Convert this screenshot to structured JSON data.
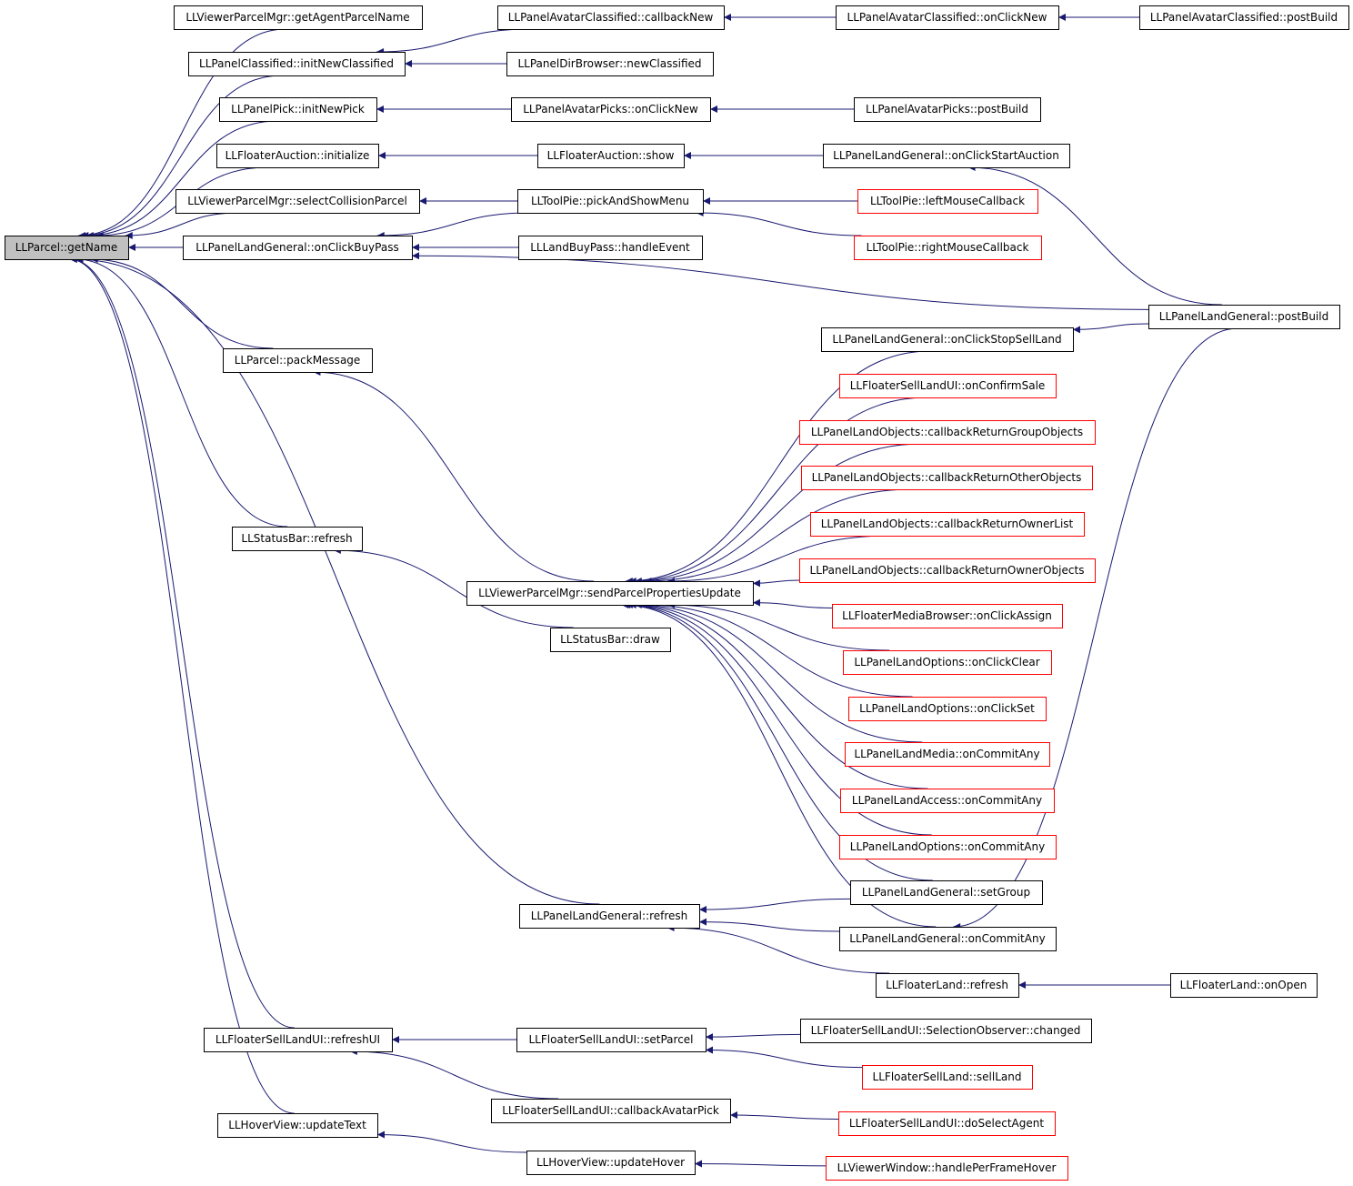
{
  "graph": {
    "colors": {
      "edge": "#191970",
      "box_border": "#000000",
      "truncated_border": "#ff0000",
      "root_fill": "#c0c0c0"
    },
    "nodes": [
      {
        "id": "root",
        "label": "LLParcel::getName",
        "style": "root"
      },
      {
        "id": "n1",
        "label": "LLViewerParcelMgr::getAgentParcelName",
        "style": "normal"
      },
      {
        "id": "n2",
        "label": "LLPanelClassified::initNewClassified",
        "style": "normal"
      },
      {
        "id": "n3",
        "label": "LLPanelAvatarClassified::callbackNew",
        "style": "normal"
      },
      {
        "id": "n4",
        "label": "LLPanelAvatarClassified::onClickNew",
        "style": "normal"
      },
      {
        "id": "n5",
        "label": "LLPanelAvatarClassified::postBuild",
        "style": "normal"
      },
      {
        "id": "n6",
        "label": "LLPanelDirBrowser::newClassified",
        "style": "normal"
      },
      {
        "id": "n7",
        "label": "LLPanelPick::initNewPick",
        "style": "normal"
      },
      {
        "id": "n8",
        "label": "LLPanelAvatarPicks::onClickNew",
        "style": "normal"
      },
      {
        "id": "n9",
        "label": "LLPanelAvatarPicks::postBuild",
        "style": "normal"
      },
      {
        "id": "n10",
        "label": "LLFloaterAuction::initialize",
        "style": "normal"
      },
      {
        "id": "n11",
        "label": "LLFloaterAuction::show",
        "style": "normal"
      },
      {
        "id": "n12",
        "label": "LLPanelLandGeneral::onClickStartAuction",
        "style": "normal"
      },
      {
        "id": "n13",
        "label": "LLViewerParcelMgr::selectCollisionParcel",
        "style": "normal"
      },
      {
        "id": "n14",
        "label": "LLToolPie::pickAndShowMenu",
        "style": "normal"
      },
      {
        "id": "n15",
        "label": "LLToolPie::leftMouseCallback",
        "style": "truncated"
      },
      {
        "id": "n16",
        "label": "LLPanelLandGeneral::onClickBuyPass",
        "style": "normal"
      },
      {
        "id": "n17",
        "label": "LLLandBuyPass::handleEvent",
        "style": "normal"
      },
      {
        "id": "n18",
        "label": "LLToolPie::rightMouseCallback",
        "style": "truncated"
      },
      {
        "id": "n19",
        "label": "LLPanelLandGeneral::postBuild",
        "style": "normal"
      },
      {
        "id": "n20",
        "label": "LLParcel::packMessage",
        "style": "normal"
      },
      {
        "id": "n21",
        "label": "LLPanelLandGeneral::onClickStopSellLand",
        "style": "normal"
      },
      {
        "id": "n22",
        "label": "LLFloaterSellLandUI::onConfirmSale",
        "style": "truncated"
      },
      {
        "id": "n23",
        "label": "LLPanelLandObjects::callbackReturnGroupObjects",
        "style": "truncated"
      },
      {
        "id": "n24",
        "label": "LLPanelLandObjects::callbackReturnOtherObjects",
        "style": "truncated"
      },
      {
        "id": "n25",
        "label": "LLPanelLandObjects::callbackReturnOwnerList",
        "style": "truncated"
      },
      {
        "id": "n26",
        "label": "LLStatusBar::refresh",
        "style": "normal"
      },
      {
        "id": "n27",
        "label": "LLViewerParcelMgr::sendParcelPropertiesUpdate",
        "style": "normal"
      },
      {
        "id": "n28",
        "label": "LLPanelLandObjects::callbackReturnOwnerObjects",
        "style": "truncated"
      },
      {
        "id": "n29",
        "label": "LLFloaterMediaBrowser::onClickAssign",
        "style": "truncated"
      },
      {
        "id": "n30",
        "label": "LLStatusBar::draw",
        "style": "normal"
      },
      {
        "id": "n31",
        "label": "LLPanelLandOptions::onClickClear",
        "style": "truncated"
      },
      {
        "id": "n32",
        "label": "LLPanelLandOptions::onClickSet",
        "style": "truncated"
      },
      {
        "id": "n33",
        "label": "LLPanelLandMedia::onCommitAny",
        "style": "truncated"
      },
      {
        "id": "n34",
        "label": "LLPanelLandAccess::onCommitAny",
        "style": "truncated"
      },
      {
        "id": "n35",
        "label": "LLPanelLandOptions::onCommitAny",
        "style": "truncated"
      },
      {
        "id": "n36",
        "label": "LLPanelLandGeneral::setGroup",
        "style": "normal"
      },
      {
        "id": "n37",
        "label": "LLPanelLandGeneral::refresh",
        "style": "normal"
      },
      {
        "id": "n38",
        "label": "LLPanelLandGeneral::onCommitAny",
        "style": "normal"
      },
      {
        "id": "n39",
        "label": "LLFloaterLand::refresh",
        "style": "normal"
      },
      {
        "id": "n40",
        "label": "LLFloaterLand::onOpen",
        "style": "normal"
      },
      {
        "id": "n41",
        "label": "LLFloaterSellLandUI::refreshUI",
        "style": "normal"
      },
      {
        "id": "n42",
        "label": "LLFloaterSellLandUI::setParcel",
        "style": "normal"
      },
      {
        "id": "n43",
        "label": "LLFloaterSellLandUI::SelectionObserver::changed",
        "style": "normal"
      },
      {
        "id": "n44",
        "label": "LLFloaterSellLand::sellLand",
        "style": "truncated"
      },
      {
        "id": "n45",
        "label": "LLFloaterSellLandUI::callbackAvatarPick",
        "style": "normal"
      },
      {
        "id": "n46",
        "label": "LLHoverView::updateText",
        "style": "normal"
      },
      {
        "id": "n47",
        "label": "LLFloaterSellLandUI::doSelectAgent",
        "style": "truncated"
      },
      {
        "id": "n48",
        "label": "LLHoverView::updateHover",
        "style": "normal"
      },
      {
        "id": "n49",
        "label": "LLViewerWindow::handlePerFrameHover",
        "style": "truncated"
      }
    ],
    "edges": [
      [
        "n1",
        "root"
      ],
      [
        "n2",
        "root"
      ],
      [
        "n7",
        "root"
      ],
      [
        "n10",
        "root"
      ],
      [
        "n13",
        "root"
      ],
      [
        "n16",
        "root"
      ],
      [
        "n20",
        "root"
      ],
      [
        "n26",
        "root"
      ],
      [
        "n37",
        "root"
      ],
      [
        "n41",
        "root"
      ],
      [
        "n46",
        "root"
      ],
      [
        "n3",
        "n2"
      ],
      [
        "n6",
        "n2"
      ],
      [
        "n4",
        "n3"
      ],
      [
        "n5",
        "n4"
      ],
      [
        "n8",
        "n7"
      ],
      [
        "n9",
        "n8"
      ],
      [
        "n11",
        "n10"
      ],
      [
        "n12",
        "n11"
      ],
      [
        "n19",
        "n12"
      ],
      [
        "n14",
        "n13"
      ],
      [
        "n14",
        "n16"
      ],
      [
        "n15",
        "n14"
      ],
      [
        "n18",
        "n14"
      ],
      [
        "n17",
        "n16"
      ],
      [
        "n19",
        "n16"
      ],
      [
        "n27",
        "n20"
      ],
      [
        "n21",
        "n27"
      ],
      [
        "n22",
        "n27"
      ],
      [
        "n23",
        "n27"
      ],
      [
        "n24",
        "n27"
      ],
      [
        "n25",
        "n27"
      ],
      [
        "n28",
        "n27"
      ],
      [
        "n29",
        "n27"
      ],
      [
        "n31",
        "n27"
      ],
      [
        "n32",
        "n27"
      ],
      [
        "n33",
        "n27"
      ],
      [
        "n34",
        "n27"
      ],
      [
        "n35",
        "n27"
      ],
      [
        "n36",
        "n27"
      ],
      [
        "n38",
        "n27"
      ],
      [
        "n19",
        "n21"
      ],
      [
        "n30",
        "n26"
      ],
      [
        "n36",
        "n37"
      ],
      [
        "n38",
        "n37"
      ],
      [
        "n39",
        "n37"
      ],
      [
        "n19",
        "n38"
      ],
      [
        "n40",
        "n39"
      ],
      [
        "n42",
        "n41"
      ],
      [
        "n45",
        "n41"
      ],
      [
        "n43",
        "n42"
      ],
      [
        "n44",
        "n42"
      ],
      [
        "n47",
        "n45"
      ],
      [
        "n48",
        "n46"
      ],
      [
        "n49",
        "n48"
      ]
    ]
  }
}
